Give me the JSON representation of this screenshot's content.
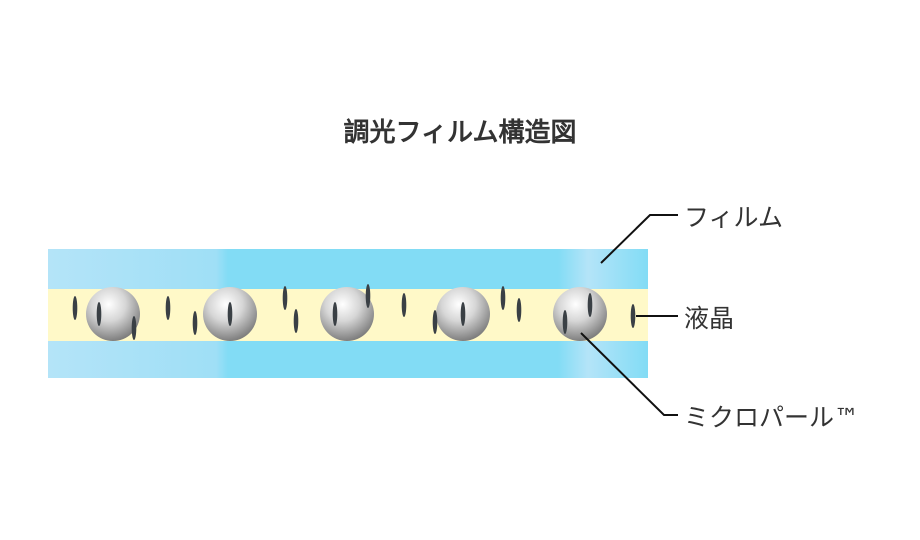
{
  "title": "調光フィルム構造図",
  "labels": {
    "film": "フィルム",
    "liquid_crystal": "液晶",
    "micropearl": "ミクロパール™"
  },
  "colors": {
    "film": "#82dcf5",
    "film_light": "#b4e4f8",
    "liquid_crystal": "#fff9c8",
    "sphere": "#c8c8c8",
    "crystal": "#3a4045",
    "line": "#111111"
  }
}
